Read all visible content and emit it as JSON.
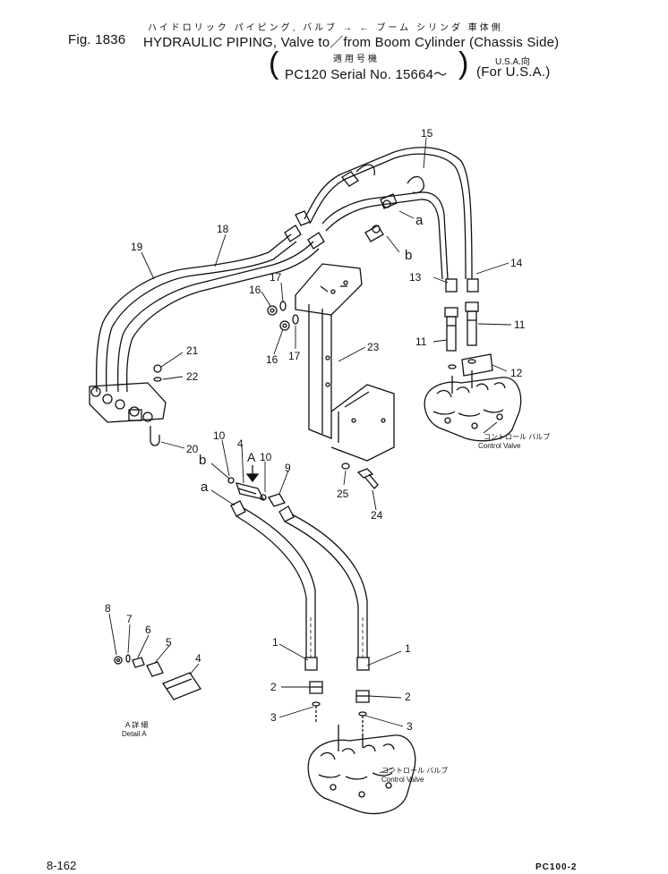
{
  "header": {
    "jp_title": "ハイドロリック パイピング, バルブ → ← ブーム シリンダ 車体側",
    "fig": "Fig. 1836",
    "title": "HYDRAULIC PIPING, Valve to／from Boom Cylinder (Chassis Side)",
    "jp_serial": "適用号機",
    "serial": "PC120 Serial No. 15664～",
    "jp_usa": "U.S.A.向",
    "for_usa": "(For U.S.A.)"
  },
  "callouts": {
    "c1a": "1",
    "c1b": "1",
    "c2a": "2",
    "c2b": "2",
    "c3a": "3",
    "c3b": "3",
    "c4a": "4",
    "c4b": "4",
    "c5": "5",
    "c6": "6",
    "c7": "7",
    "c8": "8",
    "c9": "9",
    "c10a": "10",
    "c10b": "10",
    "c11a": "11",
    "c11b": "11",
    "c12": "12",
    "c13": "13",
    "c14": "14",
    "c15": "15",
    "c16a": "16",
    "c16b": "16",
    "c17a": "17",
    "c17b": "17",
    "c18": "18",
    "c19": "19",
    "c20": "20",
    "c21": "21",
    "c22": "22",
    "c23": "23",
    "c24": "24",
    "c25": "25",
    "a_top": "a",
    "b_top": "b",
    "a_low": "a",
    "b_low": "b",
    "arrow_A": "A"
  },
  "labels": {
    "cv_upper_jp": "コントロール バルブ",
    "cv_upper_en": "Control Valve",
    "cv_lower_jp": "コントロール バルブ",
    "cv_lower_en": "Control Valve",
    "detail_jp": "A 詳 細",
    "detail_en": "Detail A"
  },
  "footer": {
    "page": "8-162",
    "model": "PC100-2"
  }
}
